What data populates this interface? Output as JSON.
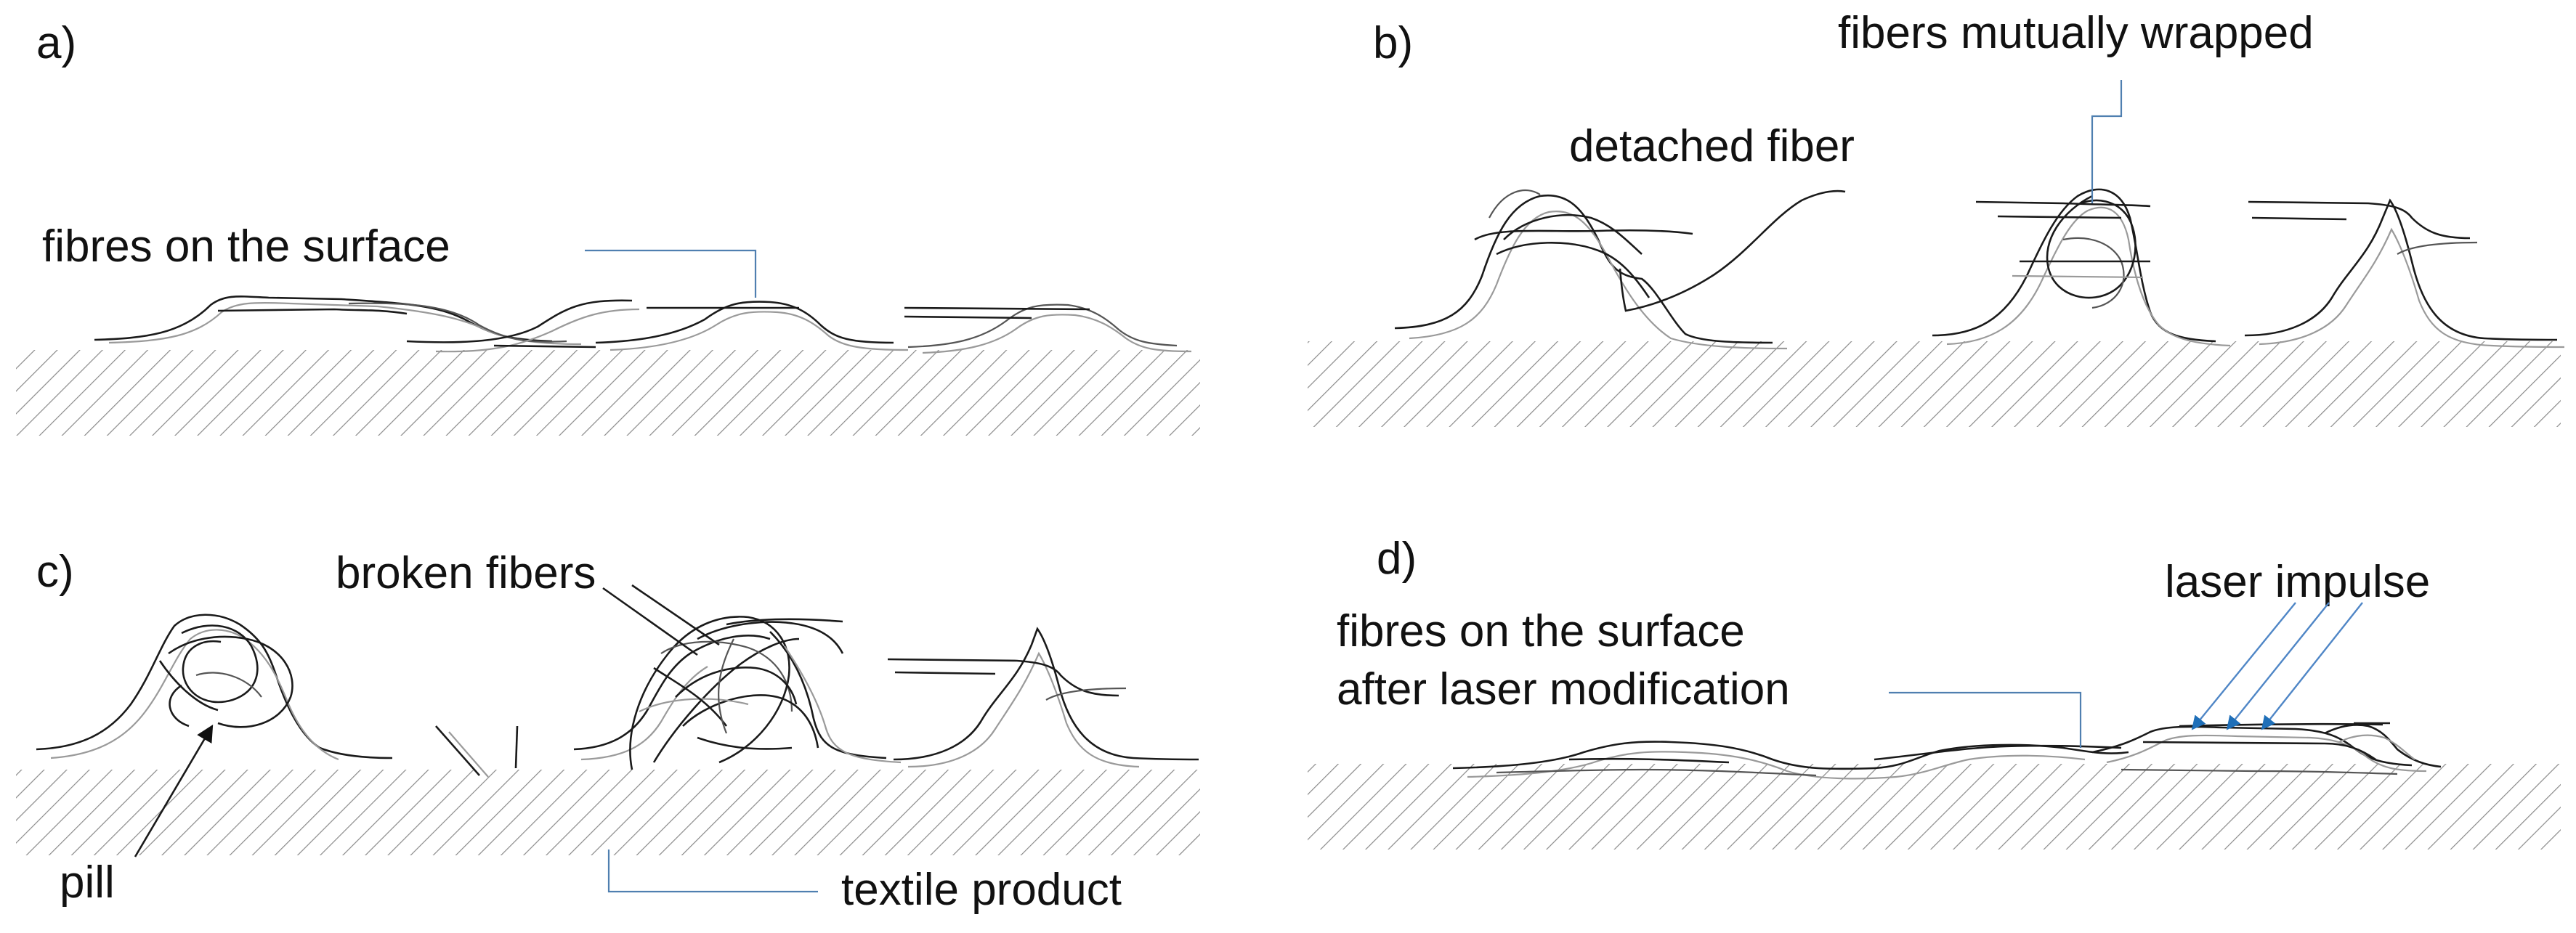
{
  "panels": {
    "a": {
      "letter": "a)",
      "label_fibres": "fibres on the surface"
    },
    "b": {
      "letter": "b)",
      "label_detached": "detached fiber",
      "label_wrapped": "fibers mutually wrapped"
    },
    "c": {
      "letter": "c)",
      "label_broken": "broken fibers",
      "label_pill": "pill",
      "label_textile": "textile product"
    },
    "d": {
      "letter": "d)",
      "label_fibres_line1": "fibres on the surface",
      "label_fibres_line2": "after laser modification",
      "label_laser": "laser impulse"
    }
  },
  "colors": {
    "fiber_dark": "#1a1a1a",
    "fiber_light": "#9a9a9a",
    "hatch": "#8a8a8a",
    "leader_line": "#4f7fb0",
    "laser_arrow": "#1f6fb8"
  }
}
